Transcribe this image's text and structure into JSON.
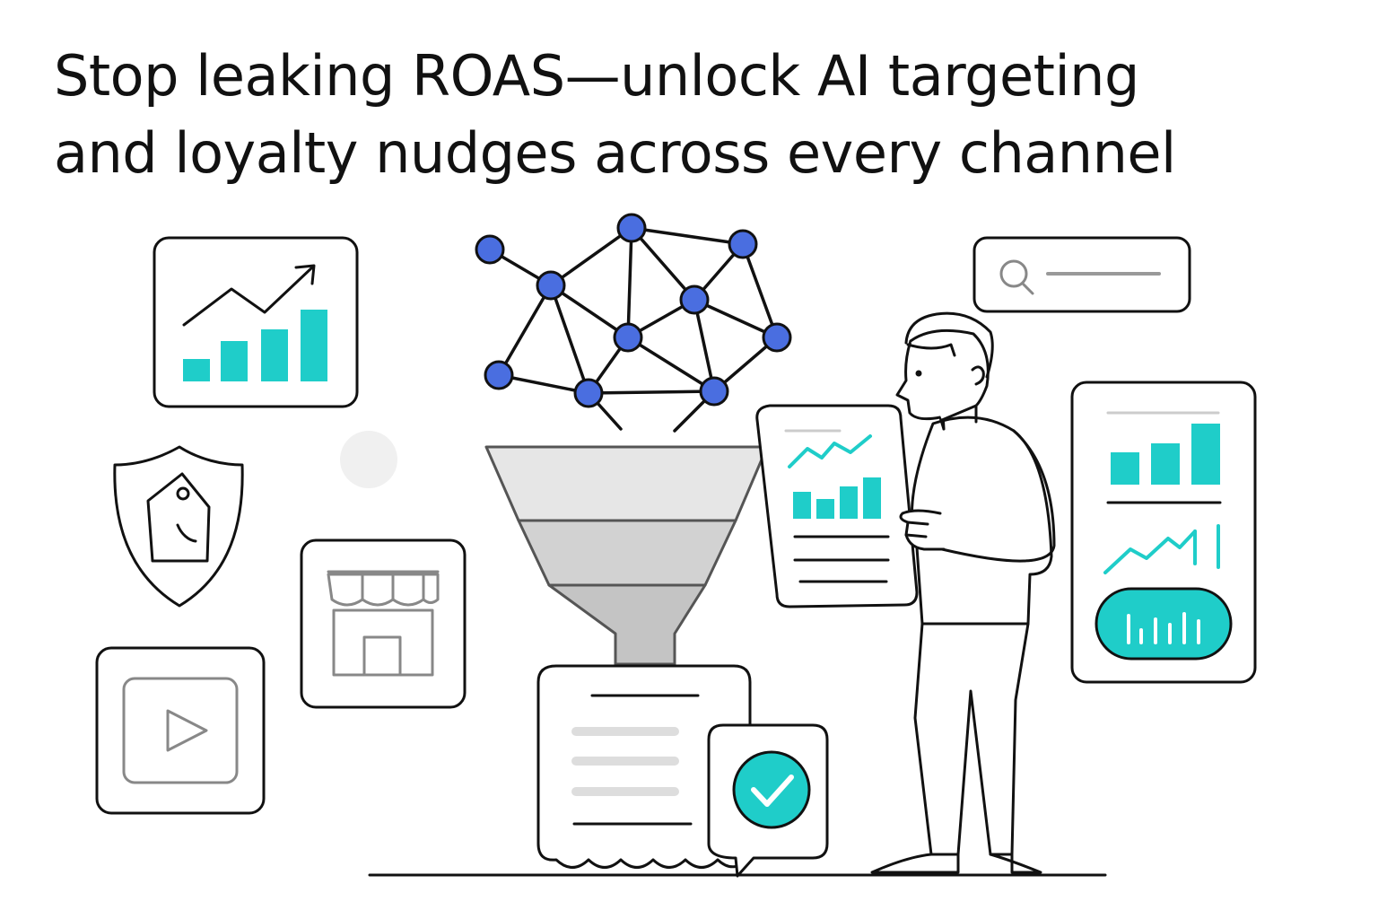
{
  "headline": {
    "line1": "Stop leaking ROAS—unlock AI targeting",
    "line2": "and loyalty nudges across every channel"
  },
  "colors": {
    "accent_teal": "#1fcdc9",
    "node_blue": "#4a6ee0",
    "stroke": "#111111",
    "funnel_gray": "#d9d9d9"
  },
  "icons": [
    "growth-chart-card",
    "shield-tag-icon",
    "storefront-icon",
    "video-play-icon",
    "neural-network-icon",
    "funnel-icon",
    "receipt-icon",
    "checkmark-badge-icon",
    "search-bar-icon",
    "analytics-phone-card",
    "person-with-report"
  ]
}
